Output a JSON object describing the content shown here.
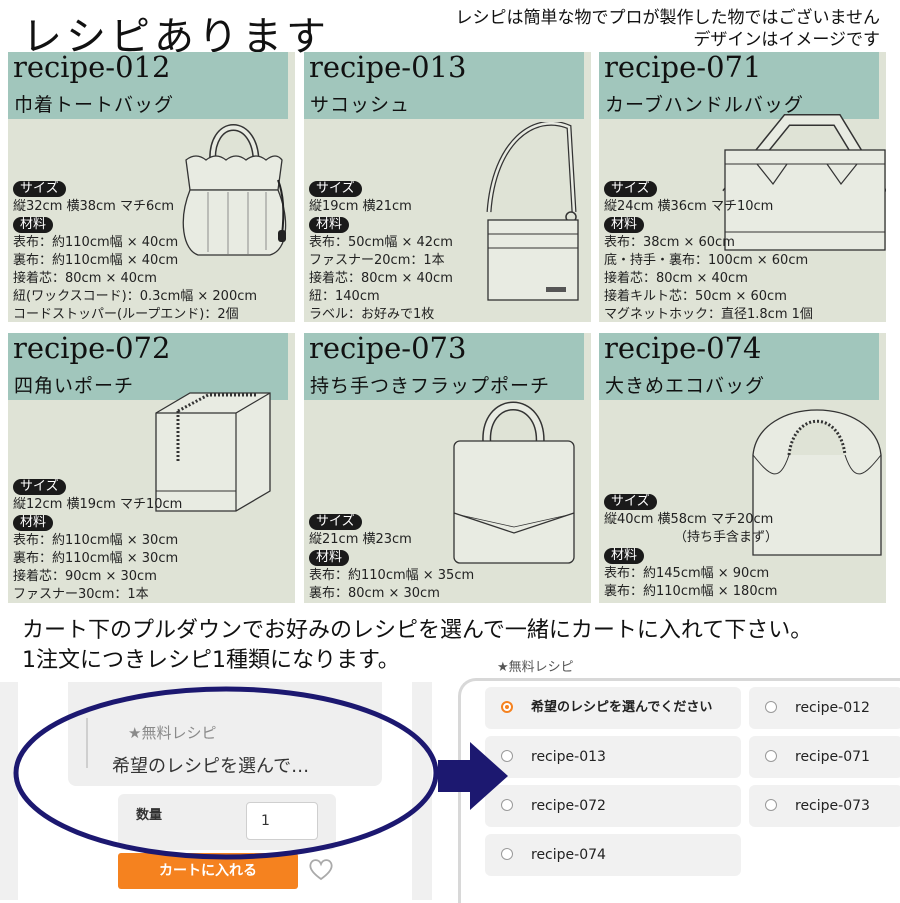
{
  "header": {
    "title": "レシピあります",
    "note_line1": "レシピは簡単な物でプロが製作した物ではございません",
    "note_line2": "デザインはイメージです"
  },
  "recipes": [
    {
      "code": "recipe-012",
      "name": "巾着トートバッグ",
      "size_label": "サイズ",
      "size": "縦32cm 横38cm マチ6cm",
      "materials_label": "材料",
      "materials": [
        "表布：約110cm幅 × 40cm",
        "裏布：約110cm幅 × 40cm",
        "接着芯：80cm × 40cm",
        "紐(ワックスコード)：0.3cm幅 × 200cm",
        "コードストッパー(ループエンド)：2個"
      ]
    },
    {
      "code": "recipe-013",
      "name": "サコッシュ",
      "size_label": "サイズ",
      "size": "縦19cm 横21cm",
      "materials_label": "材料",
      "materials": [
        "表布：50cm幅 × 42cm",
        "ファスナー20cm：1本",
        "接着芯：80cm × 40cm",
        "紐：140cm",
        "ラベル：お好みで1枚"
      ]
    },
    {
      "code": "recipe-071",
      "name": "カーブハンドルバッグ",
      "size_label": "サイズ",
      "size": "縦24cm 横36cm マチ10cm",
      "materials_label": "材料",
      "materials": [
        "表布：38cm × 60cm",
        "底・持手・裏布：100cm × 60cm",
        "接着芯：80cm × 40cm",
        "接着キルト芯：50cm × 60cm",
        "マグネットホック：直径1.8cm 1個"
      ]
    },
    {
      "code": "recipe-072",
      "name": "四角いポーチ",
      "size_label": "サイズ",
      "size": "縦12cm 横19cm マチ10cm",
      "materials_label": "材料",
      "materials": [
        "表布：約110cm幅 × 30cm",
        "裏布：約110cm幅 × 30cm",
        "接着芯：90cm × 30cm",
        "ファスナー30cm：1本"
      ]
    },
    {
      "code": "recipe-073",
      "name": "持ち手つきフラップポーチ",
      "size_label": "サイズ",
      "size": "縦21cm 横23cm",
      "materials_label": "材料",
      "materials": [
        "表布：約110cm幅 × 35cm",
        "裏布：80cm × 30cm"
      ]
    },
    {
      "code": "recipe-074",
      "name": "大きめエコバッグ",
      "size_label": "サイズ",
      "size": "縦40cm 横58cm マチ20cm",
      "size_note": "（持ち手含まず）",
      "materials_label": "材料",
      "materials": [
        "表布：約145cm幅 × 90cm",
        "裏布：約110cm幅 × 180cm"
      ]
    }
  ],
  "instructions": {
    "line1": "カート下のプルダウンでお好みのレシピを選んで一緒にカートに入れて下さい。",
    "line2": "1注文につきレシピ1種類になります。"
  },
  "cart_demo": {
    "select_label": "★無料レシピ",
    "select_value": "希望のレシピを選んで…",
    "qty_label": "数量",
    "qty_value": "1",
    "cart_button": "カートに入れる"
  },
  "options_panel": {
    "heading": "★無料レシピ",
    "options": [
      {
        "label": "希望のレシピを選んでください",
        "selected": true
      },
      {
        "label": "recipe-012",
        "selected": false
      },
      {
        "label": "recipe-013",
        "selected": false
      },
      {
        "label": "recipe-071",
        "selected": false
      },
      {
        "label": "recipe-072",
        "selected": false
      },
      {
        "label": "recipe-073",
        "selected": false
      },
      {
        "label": "recipe-074",
        "selected": false
      }
    ]
  },
  "colors": {
    "card_bg": "#dfe3d6",
    "card_header": "#a1c6bc",
    "accent_orange": "#f5821f",
    "annotation_navy": "#1c1870"
  }
}
